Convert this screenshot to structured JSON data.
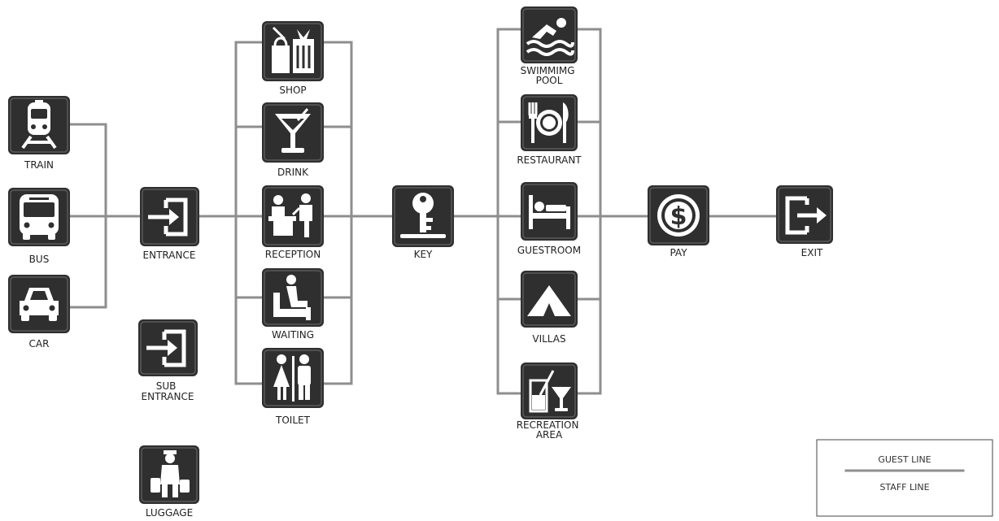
{
  "nodes": {
    "train": {
      "label": "TRAIN",
      "icon": "train-icon"
    },
    "bus": {
      "label": "BUS",
      "icon": "bus-icon"
    },
    "car": {
      "label": "CAR",
      "icon": "car-icon"
    },
    "entrance": {
      "label": "ENTRANCE",
      "icon": "entrance-icon"
    },
    "sub_entrance": {
      "label": "SUB\nENTRANCE",
      "icon": "entrance-icon"
    },
    "luggage": {
      "label": "LUGGAGE",
      "icon": "porter-icon"
    },
    "shop": {
      "label": "SHOP",
      "icon": "shopping-bag-icon"
    },
    "drink": {
      "label": "DRINK",
      "icon": "cocktail-icon"
    },
    "reception": {
      "label": "RECEPTION",
      "icon": "reception-desk-icon"
    },
    "waiting": {
      "label": "WAITING",
      "icon": "armchair-icon"
    },
    "toilet": {
      "label": "TOILET",
      "icon": "restroom-icon"
    },
    "key": {
      "label": "KEY",
      "icon": "key-icon"
    },
    "swimming_pool": {
      "label": "SWIMMIMG\nPOOL",
      "icon": "swimmer-icon"
    },
    "restaurant": {
      "label": "RESTAURANT",
      "icon": "fork-plate-knife-icon"
    },
    "guestroom": {
      "label": "GUESTROOM",
      "icon": "bed-icon"
    },
    "villas": {
      "label": "VILLAS",
      "icon": "tent-icon"
    },
    "recreation_area": {
      "label": "RECREATION\nAREA",
      "icon": "glasses-icon"
    },
    "pay": {
      "label": "PAY",
      "icon": "dollar-coin-icon"
    },
    "exit": {
      "label": "EXIT",
      "icon": "exit-icon"
    }
  },
  "legend": {
    "guest_line": "GUEST LINE",
    "staff_line": "STAFF LINE"
  },
  "colors": {
    "tile": "#2f2f2f",
    "line": "#8e8e8e",
    "label": "#222222"
  }
}
